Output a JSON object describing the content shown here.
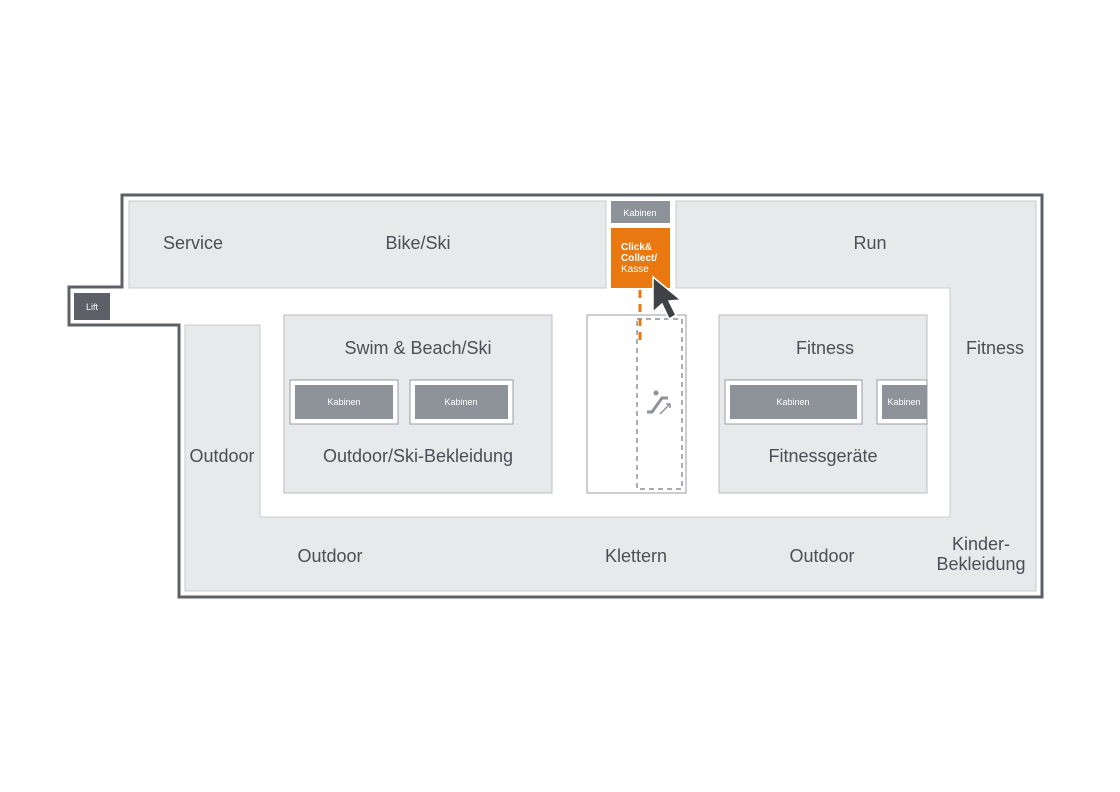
{
  "map": {
    "labels": {
      "service": "Service",
      "bike_ski": "Bike/Ski",
      "run": "Run",
      "swim_beach_ski": "Swim & Beach/Ski",
      "outdoor_ski_bekleidung": "Outdoor/Ski-Bekleidung",
      "fitness_inner": "Fitness",
      "fitness_outer": "Fitness",
      "fitnessgeraete": "Fitnessgeräte",
      "outdoor_left": "Outdoor",
      "outdoor_bottom_left": "Outdoor",
      "klettern": "Klettern",
      "outdoor_bottom_right": "Outdoor",
      "kinder_line1": "Kinder-",
      "kinder_line2": "Bekleidung",
      "lift": "Lift"
    },
    "kabinen": {
      "top": "Kabinen",
      "swim_left": "Kabinen",
      "swim_right": "Kabinen",
      "fitness_inner": "Kabinen",
      "fitness_right": "Kabinen"
    },
    "click_collect": {
      "line1": "Click&",
      "line2": "Collect/",
      "line3": "Kasse"
    },
    "colors": {
      "wall": "#5d6167",
      "floor": "#e8e9eb",
      "path": "#ffffff",
      "box": "#8e9399",
      "accent": "#e8780f"
    },
    "icons": {
      "escalator": "escalator-icon",
      "cursor": "cursor-icon"
    }
  }
}
